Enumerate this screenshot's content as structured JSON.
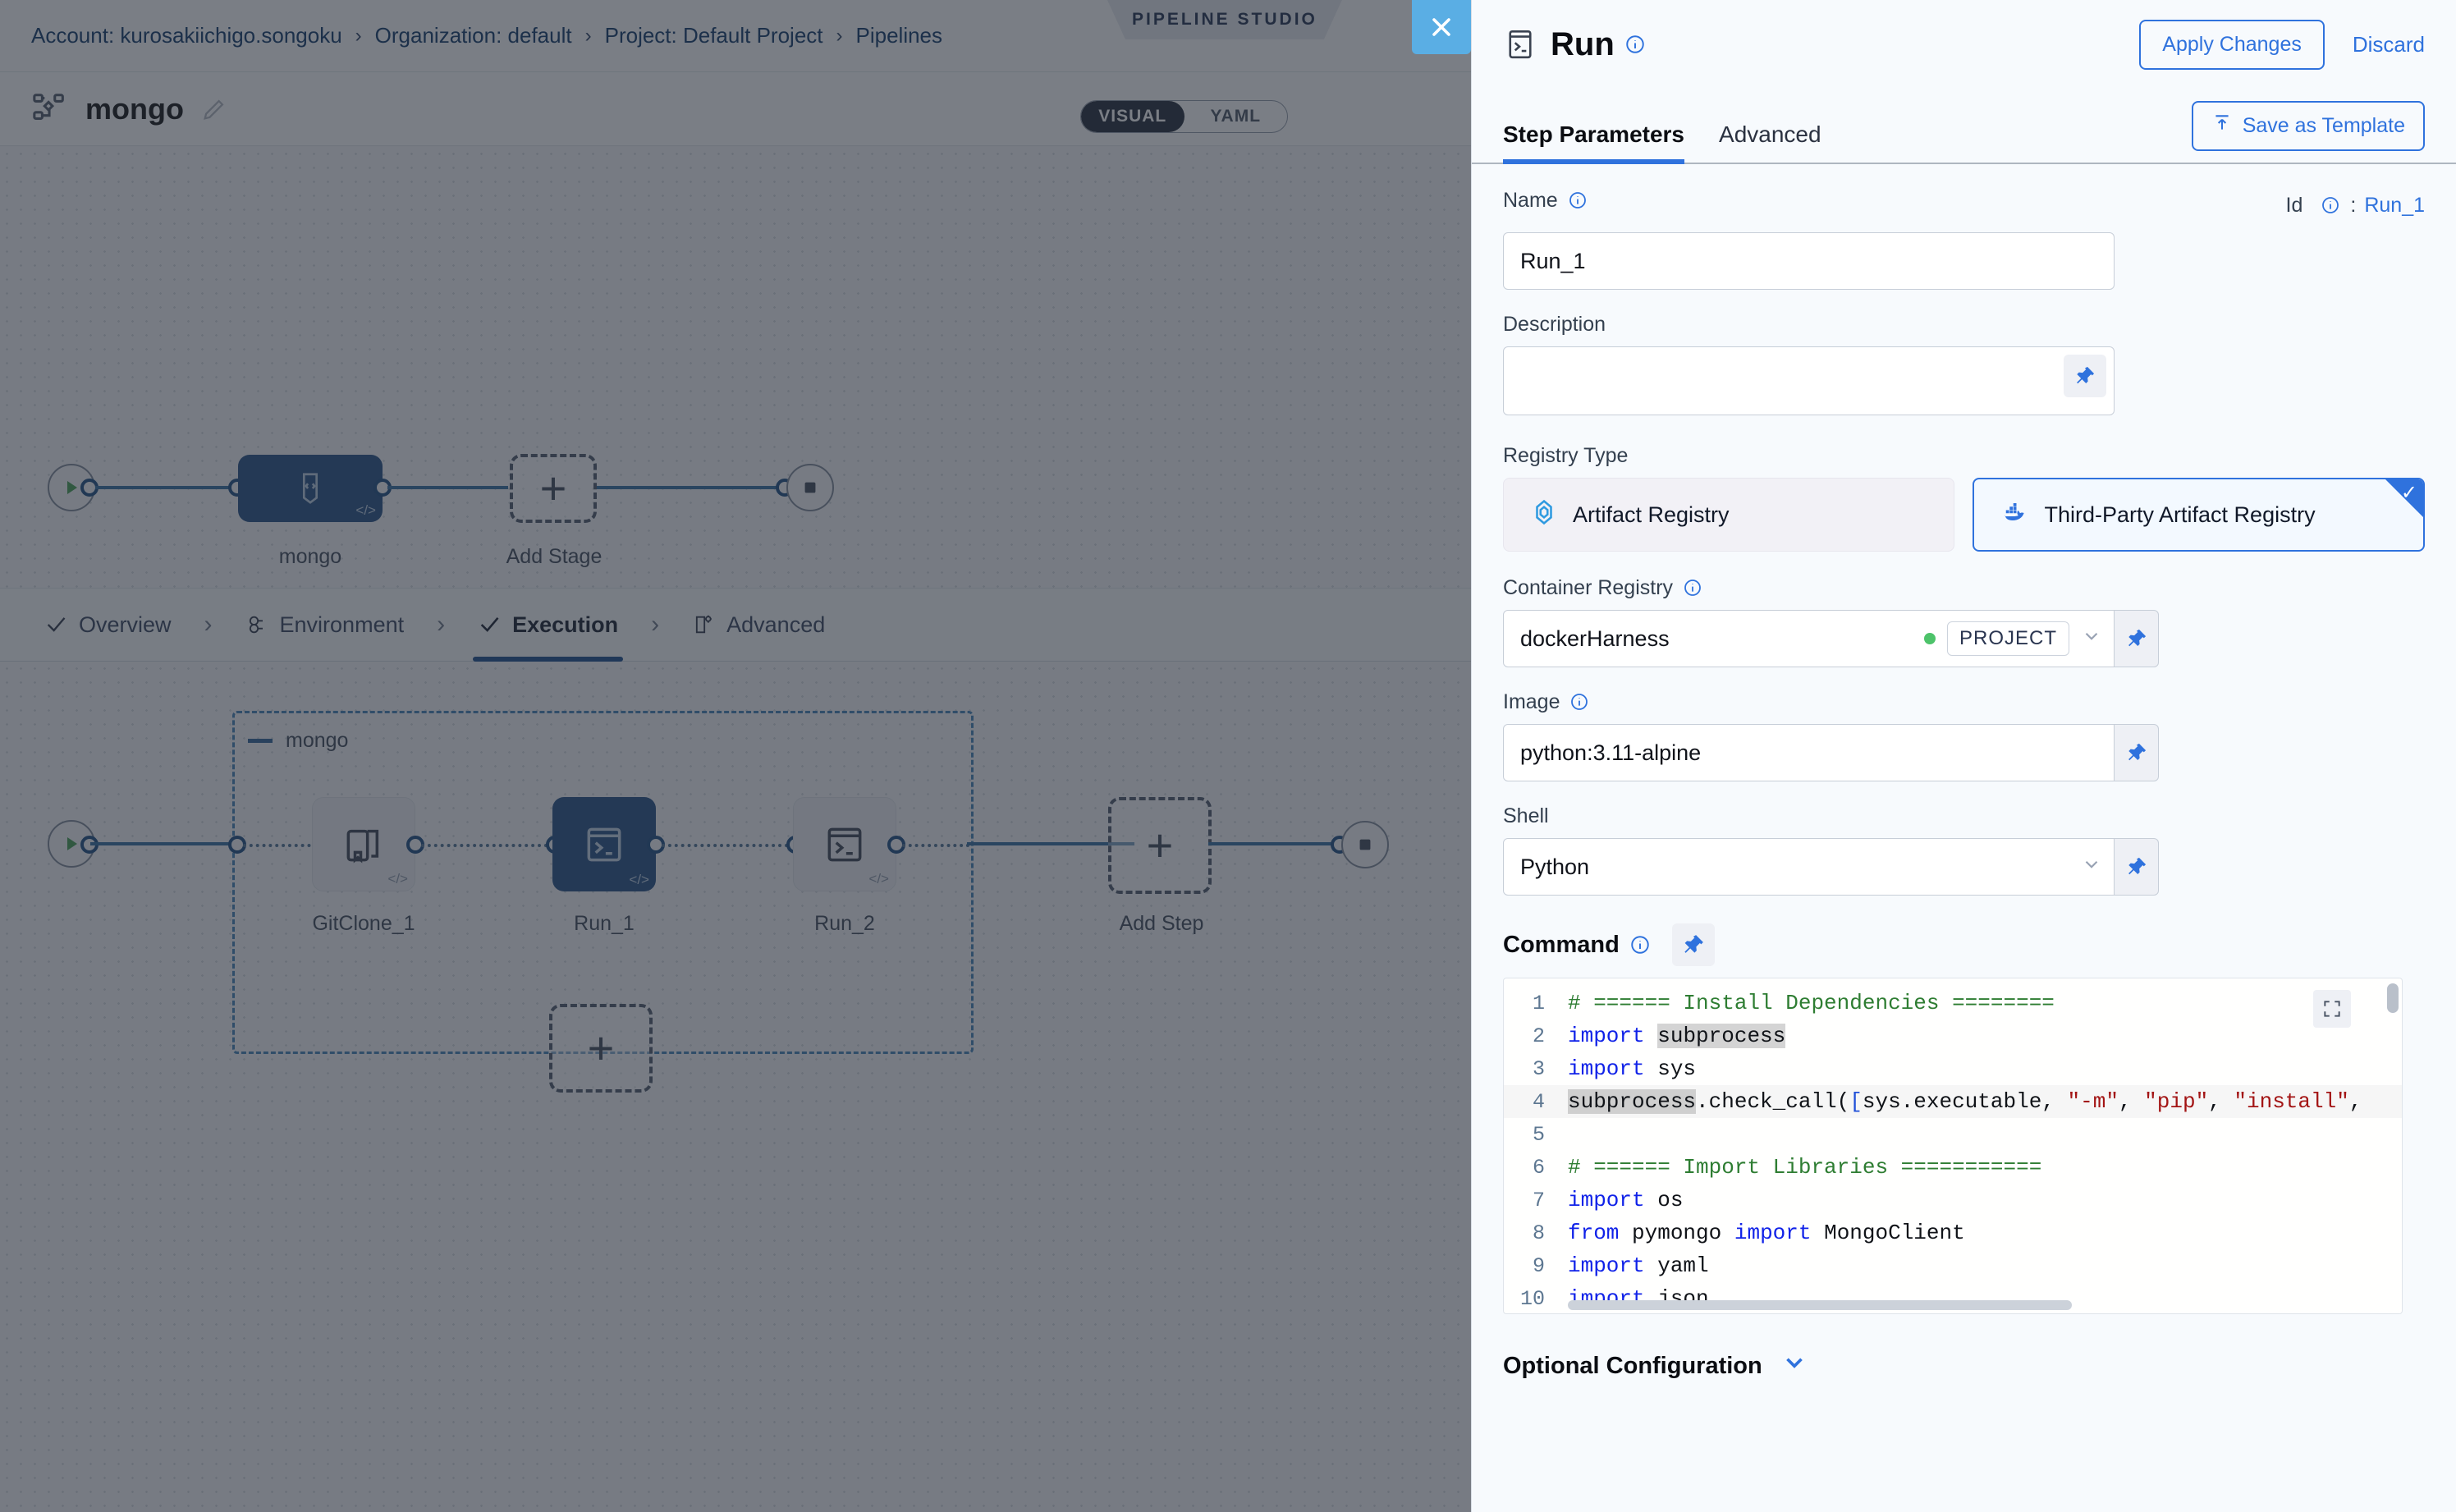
{
  "breadcrumb": {
    "items": [
      {
        "label": "Account: kurosakiichigo.songoku"
      },
      {
        "label": "Organization: default"
      },
      {
        "label": "Project: Default Project"
      },
      {
        "label": "Pipelines"
      }
    ],
    "separator": "›"
  },
  "studio": {
    "badge": "PIPELINE STUDIO",
    "close_icon": "close-icon",
    "pipeline_name": "mongo",
    "pipeline_icon": "pipeline-icon",
    "edit_icon": "pencil-icon",
    "view_toggle": {
      "options": [
        "VISUAL",
        "YAML"
      ],
      "selected": "VISUAL"
    }
  },
  "top_graph": {
    "nodes": [
      {
        "label": "mongo",
        "type": "stage",
        "selected": true,
        "icon": "stage-icon"
      },
      {
        "label": "Add Stage",
        "type": "add",
        "icon": "plus-icon"
      }
    ],
    "start_icon": "play-icon",
    "end_icon": "stop-icon"
  },
  "stage_tabs": {
    "items": [
      {
        "label": "Overview",
        "icon": "check-icon",
        "active": false
      },
      {
        "label": "Environment",
        "icon": "infrastructure-icon",
        "active": false
      },
      {
        "label": "Execution",
        "icon": "check-icon",
        "active": true
      },
      {
        "label": "Advanced",
        "icon": "advanced-icon",
        "active": false
      }
    ],
    "separator": "›"
  },
  "exec_graph": {
    "group_label": "mongo",
    "steps": [
      {
        "label": "GitClone_1",
        "icon": "git-clone-icon",
        "selected": false
      },
      {
        "label": "Run_1",
        "icon": "terminal-icon",
        "selected": true
      },
      {
        "label": "Run_2",
        "icon": "terminal-icon",
        "selected": false
      }
    ],
    "add_step_label": "Add Step",
    "add_parallel_label": "",
    "code_badge": "</>"
  },
  "panel": {
    "title": "Run",
    "title_icon": "terminal-icon",
    "apply_label": "Apply Changes",
    "discard_label": "Discard",
    "tabs": [
      {
        "label": "Step Parameters",
        "active": true
      },
      {
        "label": "Advanced",
        "active": false
      }
    ],
    "save_template_label": "Save as Template",
    "save_template_icon": "template-upload-icon",
    "fields": {
      "name_label": "Name",
      "name_value": "Run_1",
      "id_label": "Id",
      "id_sep": ":",
      "id_value": "Run_1",
      "description_label": "Description",
      "description_value": "",
      "registry_type_label": "Registry Type",
      "registry_options": [
        {
          "label": "Artifact Registry",
          "icon": "harness-artifact-icon",
          "selected": false
        },
        {
          "label": "Third-Party Artifact Registry",
          "icon": "docker-icon",
          "selected": true
        }
      ],
      "container_registry_label": "Container Registry",
      "container_registry_value": "dockerHarness",
      "container_registry_scope": "PROJECT",
      "image_label": "Image",
      "image_value": "python:3.11-alpine",
      "shell_label": "Shell",
      "shell_value": "Python",
      "command_label": "Command",
      "optional_config_label": "Optional Configuration"
    },
    "code": {
      "lines": [
        {
          "n": "1",
          "text": "# ====== Install Dependencies ========"
        },
        {
          "n": "2",
          "text": "import subprocess"
        },
        {
          "n": "3",
          "text": "import sys"
        },
        {
          "n": "4",
          "text": "subprocess.check_call([sys.executable, \"-m\", \"pip\", \"install\","
        },
        {
          "n": "5",
          "text": ""
        },
        {
          "n": "6",
          "text": "# ====== Import Libraries ==========="
        },
        {
          "n": "7",
          "text": "import os"
        },
        {
          "n": "8",
          "text": "from pymongo import MongoClient"
        },
        {
          "n": "9",
          "text": "import yaml"
        },
        {
          "n": "10",
          "text": "import json"
        }
      ]
    }
  },
  "colors": {
    "accent_blue": "#2f72dd",
    "node_selected": "#1f4a80",
    "close_button": "#5aaee4",
    "tab_underline": "#13478a",
    "comment_green": "#2e7d32",
    "keyword_blue": "#1022e8",
    "string_red": "#a31515",
    "scope_dot_green": "#4dc36a"
  }
}
